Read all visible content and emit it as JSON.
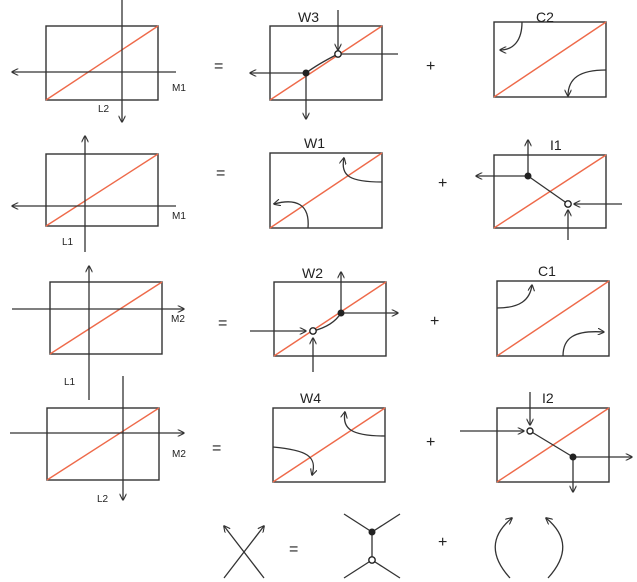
{
  "colors": {
    "line": "#333333",
    "diagonal": "#ee6a4a",
    "background": "#ffffff"
  },
  "operators": {
    "equals": "=",
    "plus": "+"
  },
  "rows": [
    {
      "lhs_labels": [
        "M1",
        "L2"
      ],
      "term1": "W3",
      "term2": "C2"
    },
    {
      "lhs_labels": [
        "M1",
        "L1"
      ],
      "term1": "W1",
      "term2": "I1"
    },
    {
      "lhs_labels": [
        "M2",
        "L1"
      ],
      "term1": "W2",
      "term2": "C1"
    },
    {
      "lhs_labels": [
        "M2",
        "L2"
      ],
      "term1": "W4",
      "term2": "I2"
    }
  ]
}
